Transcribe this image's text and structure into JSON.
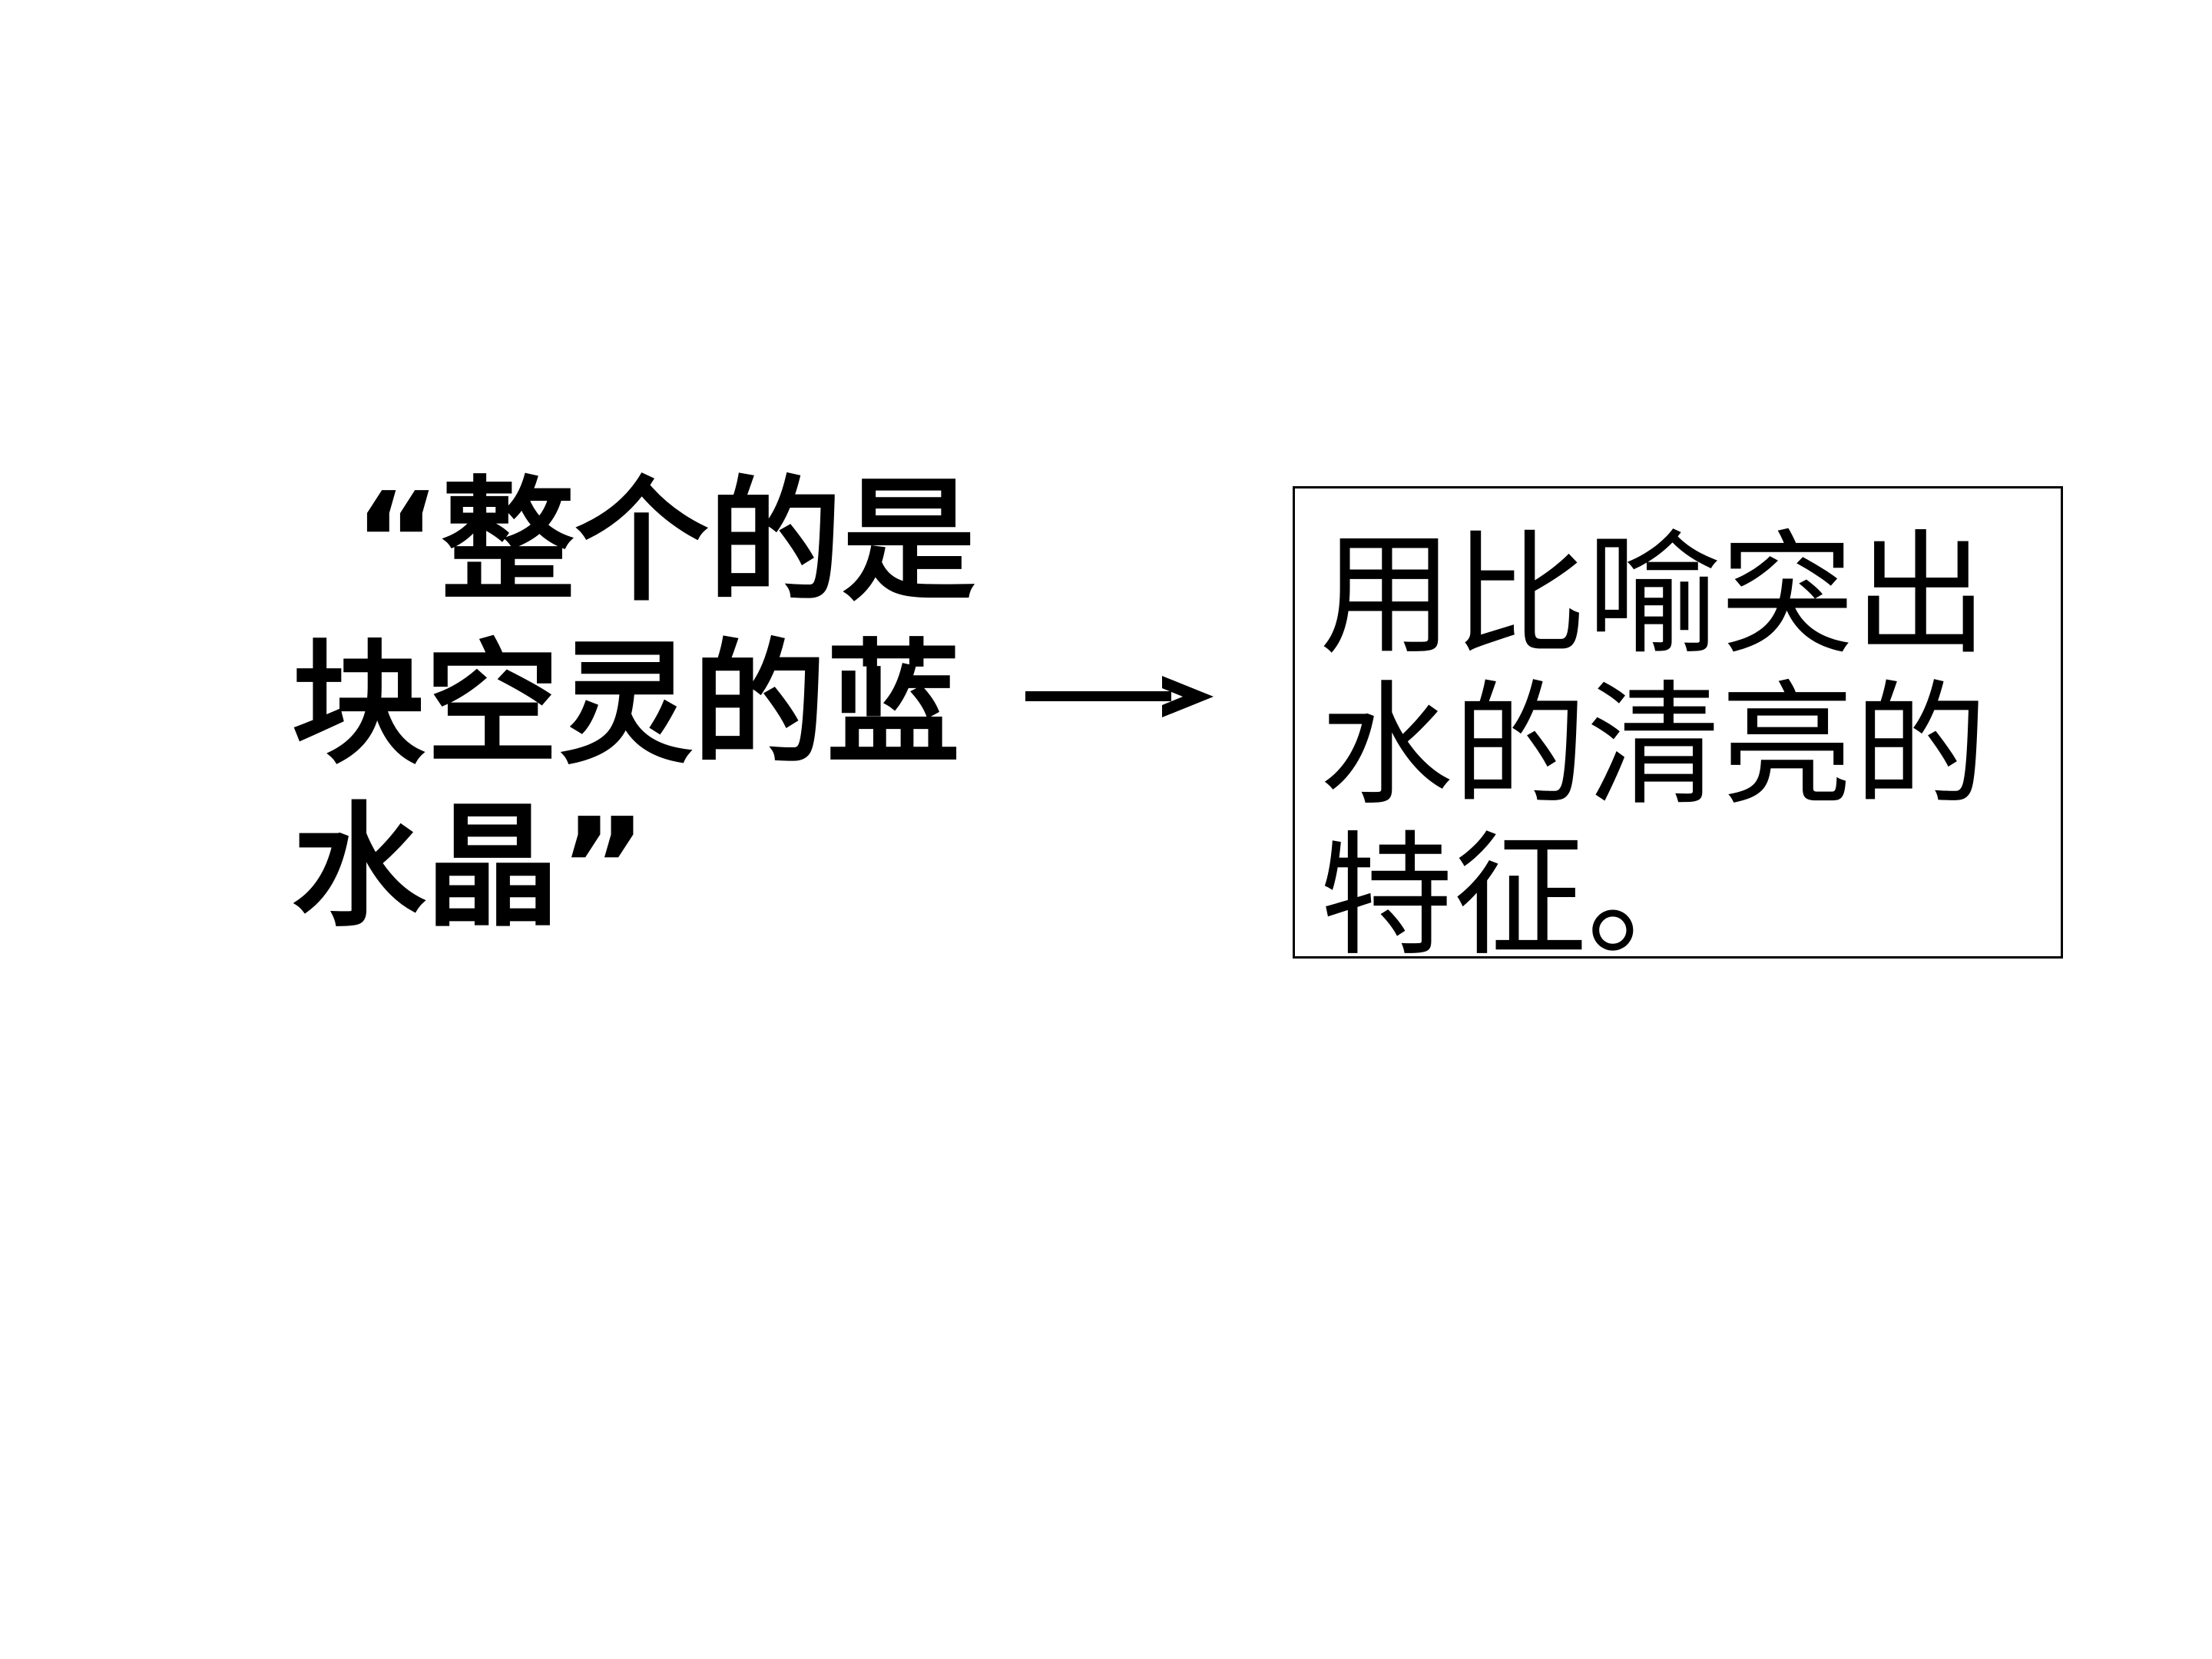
{
  "left_quote": {
    "lines": [
      "“整个的是",
      "块空灵的蓝",
      "水晶”"
    ]
  },
  "right_box": {
    "lines": [
      "用比喻突出",
      "水的清亮的",
      "特征。"
    ]
  },
  "arrow_icon": "right-arrow-icon",
  "colors": {
    "text": "#000000",
    "background": "#ffffff",
    "border": "#000000"
  }
}
